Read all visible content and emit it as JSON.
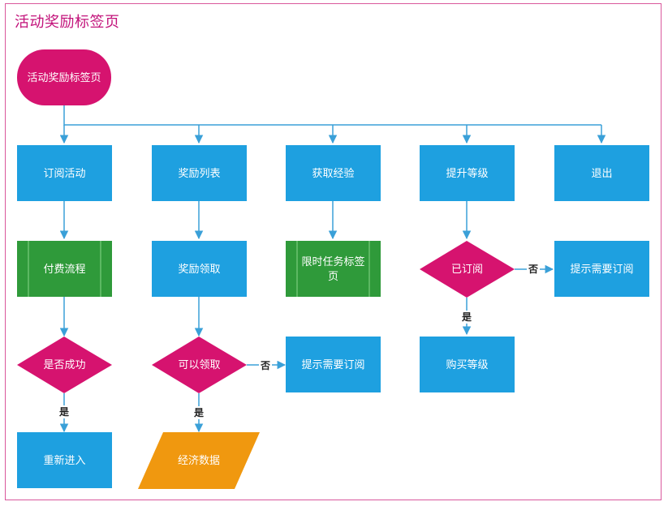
{
  "title": "活动奖励标签页",
  "colors": {
    "blue": "#1ea0e0",
    "green": "#2f9a3a",
    "magenta": "#d6136f",
    "orange": "#f0980f",
    "line": "#3aa0d8",
    "frame": "#d9589c"
  },
  "nodes": {
    "start": "活动奖励标签页",
    "subscribe": "订阅活动",
    "reward_list": "奖励列表",
    "get_exp": "获取经验",
    "upgrade": "提升等级",
    "exit": "退出",
    "pay_flow": "付费流程",
    "claim_reward": "奖励领取",
    "limited_task_l1": "限时任务标签",
    "limited_task_l2": "页",
    "subscribed": "已订阅",
    "prompt_subscribe_1": "提示需要订阅",
    "success": "是否成功",
    "can_claim": "可以领取",
    "prompt_subscribe_2": "提示需要订阅",
    "buy_level": "购买等级",
    "reenter": "重新进入",
    "economy_data": "经济数据"
  },
  "edge_labels": {
    "subscribed_no": "否",
    "subscribed_yes": "是",
    "can_claim_no": "否",
    "success_yes": "是",
    "can_claim_yes": "是"
  }
}
